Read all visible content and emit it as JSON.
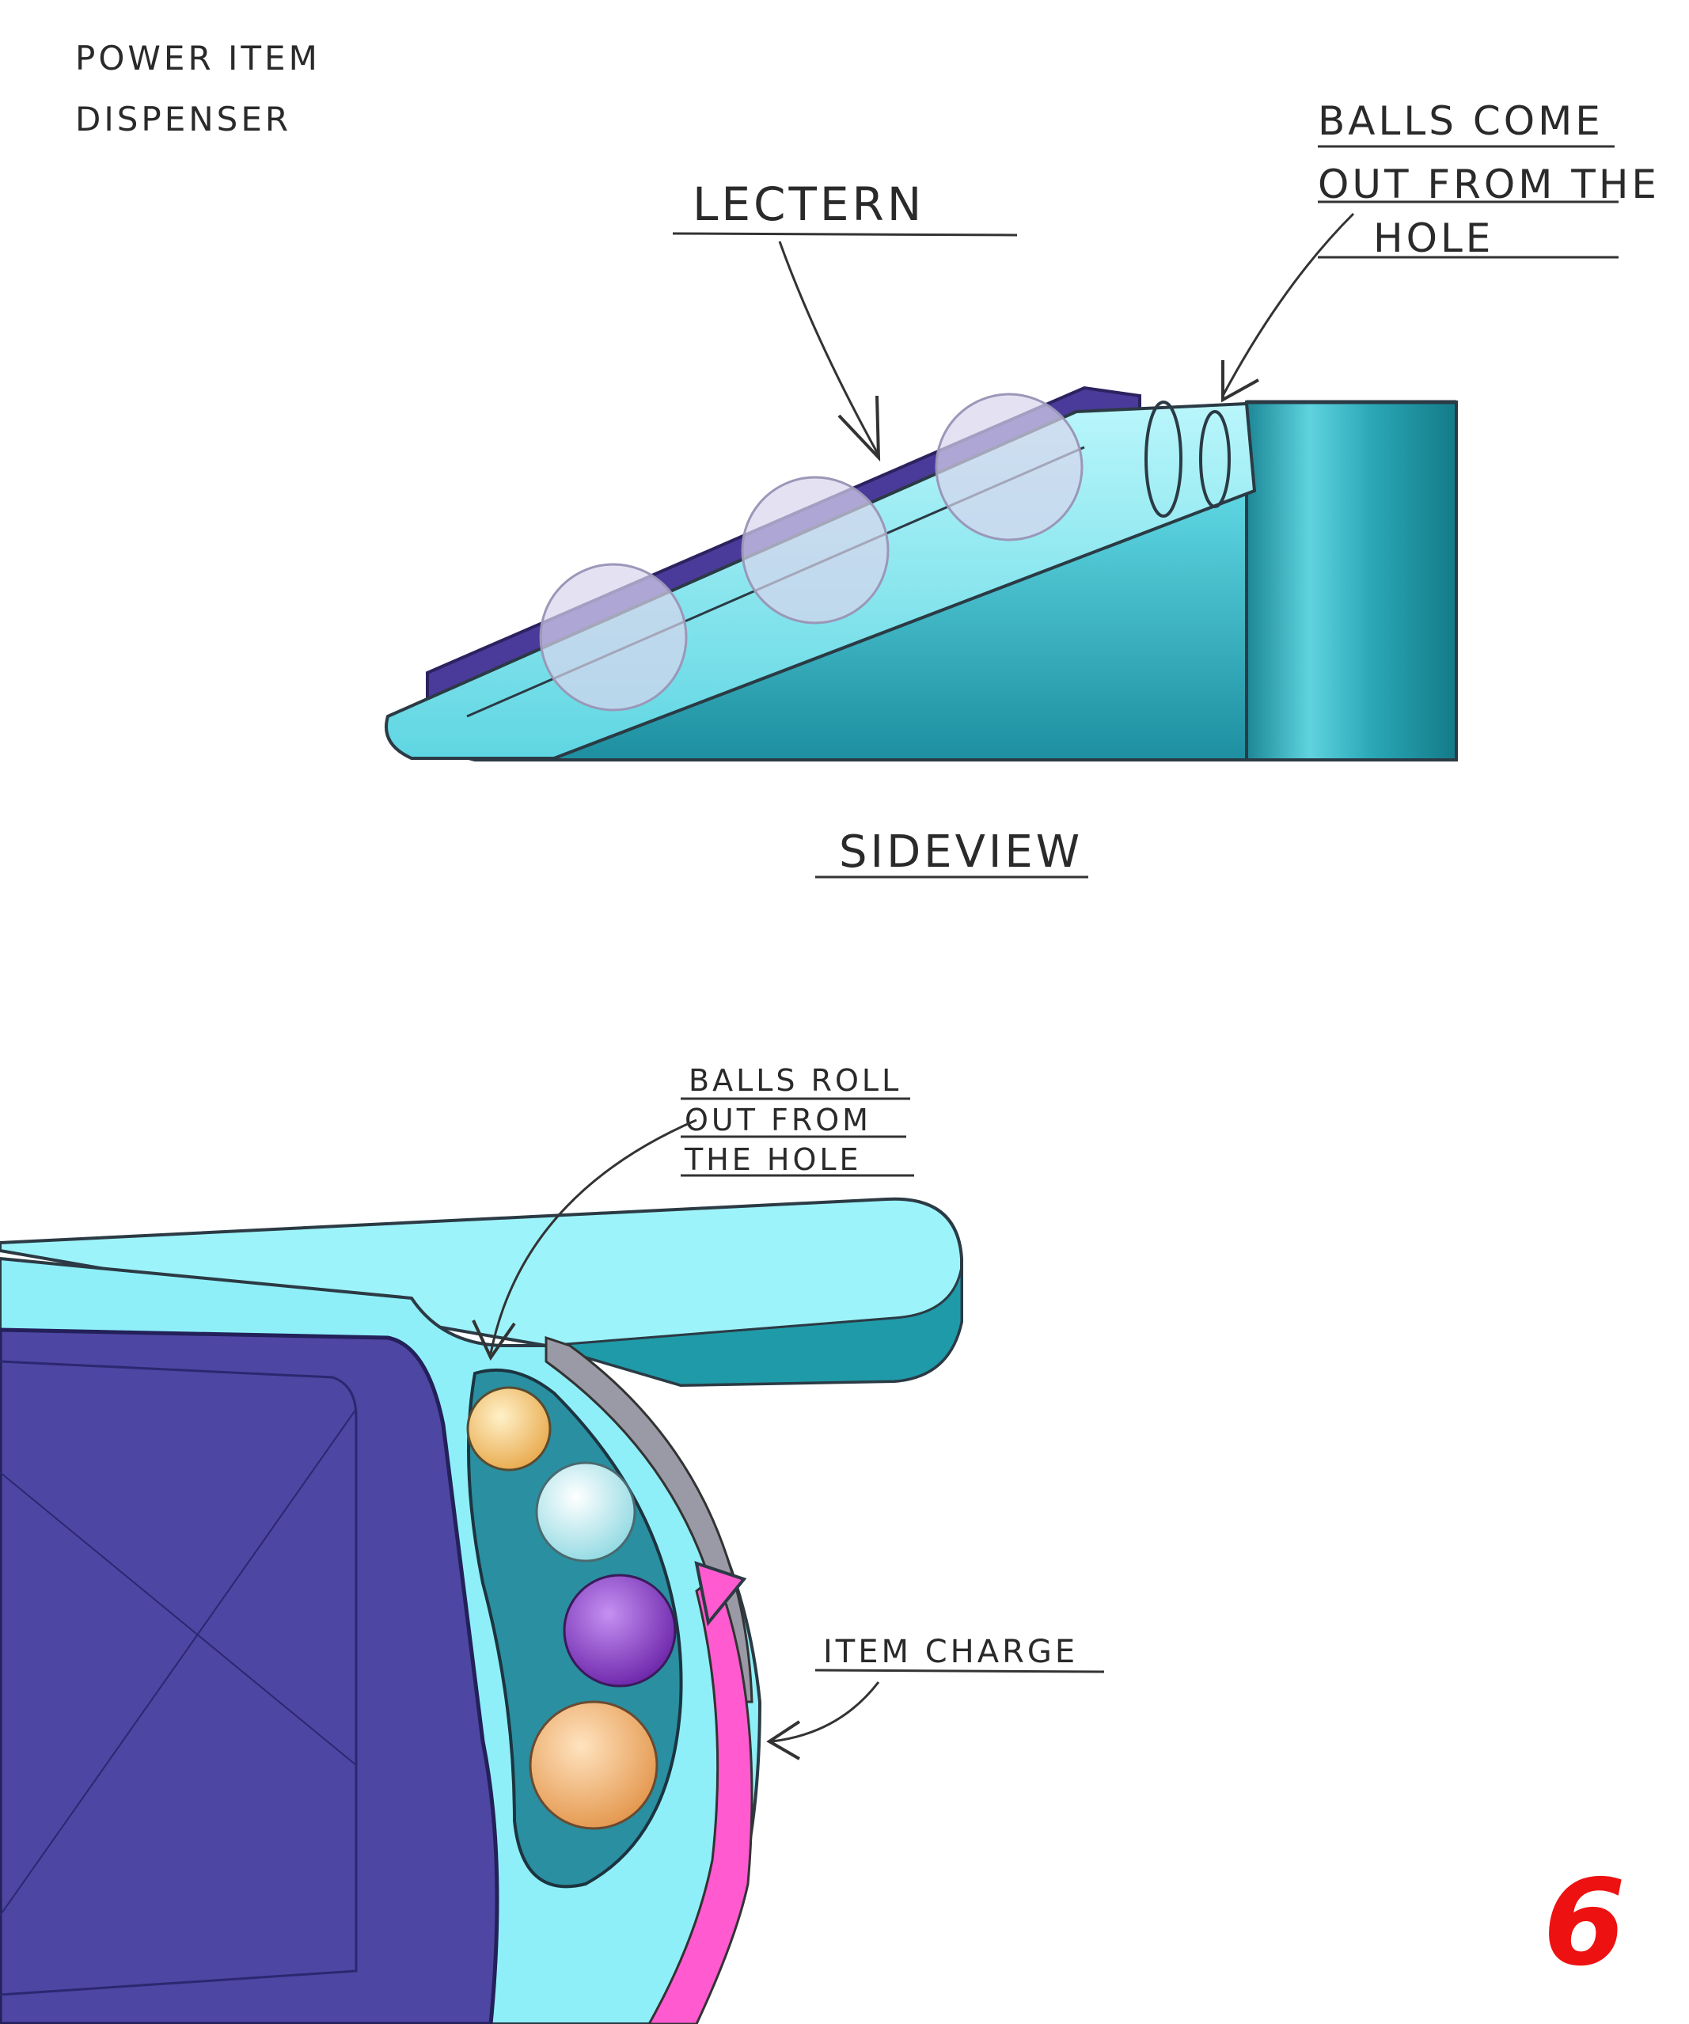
{
  "title": {
    "line1": "POWER ITEM",
    "line2": "DISPENSER"
  },
  "side_view": {
    "caption": "SIDEVIEW",
    "callout_lectern": "LECTERN",
    "callout_hole": {
      "line1": "BALLS COME",
      "line2": "OUT FROM THE",
      "line3": "HOLE"
    }
  },
  "top_view": {
    "callout_roll": {
      "line1": "BALLS ROLL",
      "line2": "OUT FROM",
      "line3": "THE HOLE"
    },
    "callout_charge": "ITEM CHARGE",
    "balls": [
      {
        "name": "ball-1",
        "color": "#f6c36a"
      },
      {
        "name": "ball-2",
        "color": "#bff2f6"
      },
      {
        "name": "ball-3",
        "color": "#8a3fc9"
      },
      {
        "name": "ball-4",
        "color": "#f5b36a"
      }
    ]
  },
  "colors": {
    "body_light": "#8feff8",
    "body_dark": "#1f9aa8",
    "purple": "#4e46a3",
    "magenta": "#ff5ad0",
    "page_number": "#ee1111"
  },
  "page_number": "6"
}
